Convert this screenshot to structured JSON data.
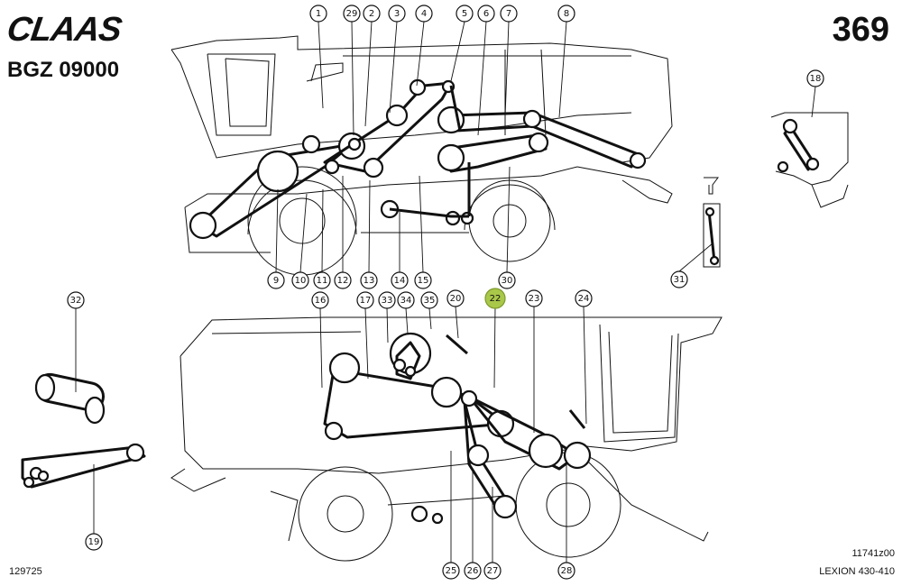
{
  "header": {
    "brand": "CLAAS",
    "group_code": "BGZ 09000",
    "page_number": "369"
  },
  "footer": {
    "drawing_ref_left": "129725",
    "drawing_ref_right": "11741z00",
    "model": "LEXION 430-410"
  },
  "colors": {
    "line": "#111111",
    "highlight": "#a9c84a"
  },
  "callouts": [
    "1",
    "29",
    "2",
    "3",
    "4",
    "5",
    "6",
    "7",
    "8",
    "18",
    "9",
    "10",
    "11",
    "12",
    "13",
    "14",
    "15",
    "30",
    "31",
    "32",
    "16",
    "17",
    "33",
    "34",
    "35",
    "20",
    "22",
    "23",
    "24",
    "19",
    "25",
    "26",
    "27",
    "28"
  ],
  "highlighted_callout": "22"
}
